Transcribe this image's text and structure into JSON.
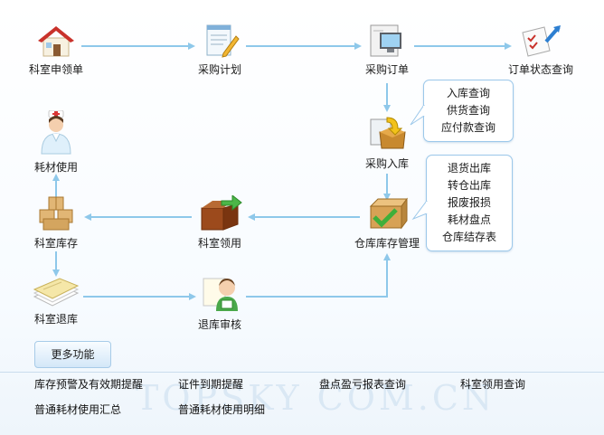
{
  "nodes": {
    "dept_request": "科室申领单",
    "purchase_plan": "采购计划",
    "purchase_order": "采购订单",
    "order_status": "订单状态查询",
    "consumable_use": "耗材使用",
    "purchase_in": "采购入库",
    "dept_stock": "科室库存",
    "dept_receive": "科室领用",
    "warehouse_mgmt": "仓库库存管理",
    "dept_return": "科室退库",
    "return_review": "退库审核"
  },
  "callout_in": [
    "入库查询",
    "供货查询",
    "应付款查询"
  ],
  "callout_stock": [
    "退货出库",
    "转仓出库",
    "报废报损",
    "耗材盘点",
    "仓库结存表"
  ],
  "more_button": "更多功能",
  "bottom_links": [
    "库存预警及有效期提醒",
    "证件到期提醒",
    "盘点盈亏报表查询",
    "科室领用查询",
    "普通耗材使用汇总",
    "普通耗材使用明细"
  ],
  "watermark": "TOPSKY  COM.CN",
  "colors": {
    "arrow": "#8ec8ea",
    "callout_border": "#9cc8ea"
  },
  "icons": {
    "dept_request": "house-icon",
    "purchase_plan": "clipboard-pencil-icon",
    "purchase_order": "computer-document-icon",
    "order_status": "checklist-icon",
    "consumable_use": "nurse-icon",
    "purchase_in": "box-arrow-icon",
    "dept_stock": "boxes-stack-icon",
    "dept_receive": "open-box-icon",
    "warehouse_mgmt": "box-checkmark-icon",
    "dept_return": "paper-stack-icon",
    "return_review": "reviewer-icon"
  }
}
